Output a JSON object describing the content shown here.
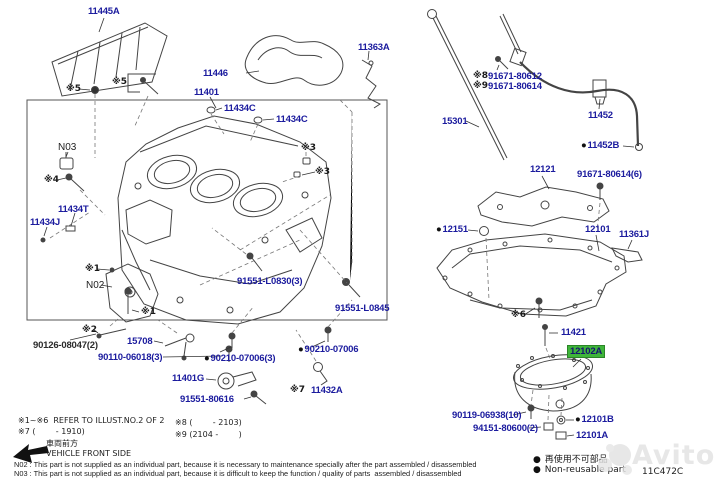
{
  "figure_code": "11C472C",
  "watermark": {
    "text": "Avito"
  },
  "glyphs": {
    "bullet": "●"
  },
  "colors": {
    "part_number_blue": "#1b1b9e",
    "highlight_green": "#3fb53a",
    "marker_black": "#1a1a1a",
    "line_gray": "#444444"
  },
  "parts": [
    "11445A",
    "11446",
    "11401",
    "11434C",
    "11434C",
    "11363A",
    "11434T",
    "11434J",
    "15708",
    "90110-06018(3)",
    "11401G",
    "91551-80616",
    "90210-07006(3)",
    "90210-07006",
    "11432A",
    "91551-L0830(3)",
    "91551-L0845",
    "15301",
    "91671-80612",
    "91671-80614",
    "11452",
    "11452B",
    "12121",
    "91671-80614(6)",
    "12151",
    "12101",
    "11361J",
    "11421",
    "12102A",
    "90119-06938(10)",
    "94151-80600(2)",
    "12101B",
    "12101A"
  ],
  "dark_parts": [
    "90126-08047(2)"
  ],
  "markers": [
    "※5",
    "※5",
    "N03",
    "※4",
    "※3",
    "※3",
    "※1",
    "N02",
    "※1",
    "※2",
    "※6",
    "※7",
    "※8",
    "※9"
  ],
  "notes": {
    "ref": "※1~※6  REFER TO ILLUST.NO.2 OF 2",
    "range7": "※7 (        - 1910)",
    "range8": "※8 (        - 2103)",
    "range9": "※9 (2104 -        )",
    "front_jp": "車両前方",
    "front_en": "VEHICLE FRONT SIDE",
    "n02": "N02 : This part is not supplied as an individual part, because it is necessary to maintenance specially after the part assembled / disassembled",
    "n03": "N03 : This part is not supplied as an individual part, because it is difficult to keep the function / quality of parts  assembled / disassembled"
  },
  "legend": {
    "jp": "再使用不可部品",
    "en": "Non-reusable part"
  }
}
